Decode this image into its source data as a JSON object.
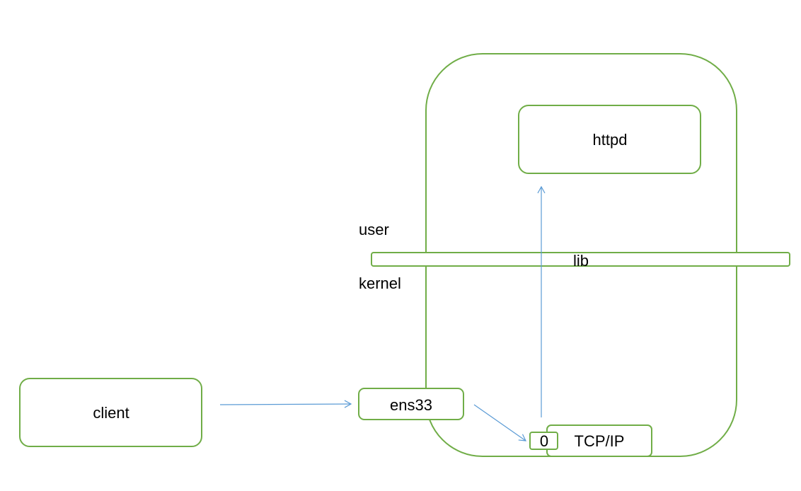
{
  "nodes": {
    "client": "client",
    "ens33": "ens33",
    "httpd": "httpd",
    "lib": "lib",
    "tcpip": "TCP/IP",
    "port": "0"
  },
  "layers": {
    "user": "user",
    "kernel": "kernel"
  },
  "colors": {
    "box_stroke": "#70ad47",
    "arrow": "#5b9bd5"
  }
}
